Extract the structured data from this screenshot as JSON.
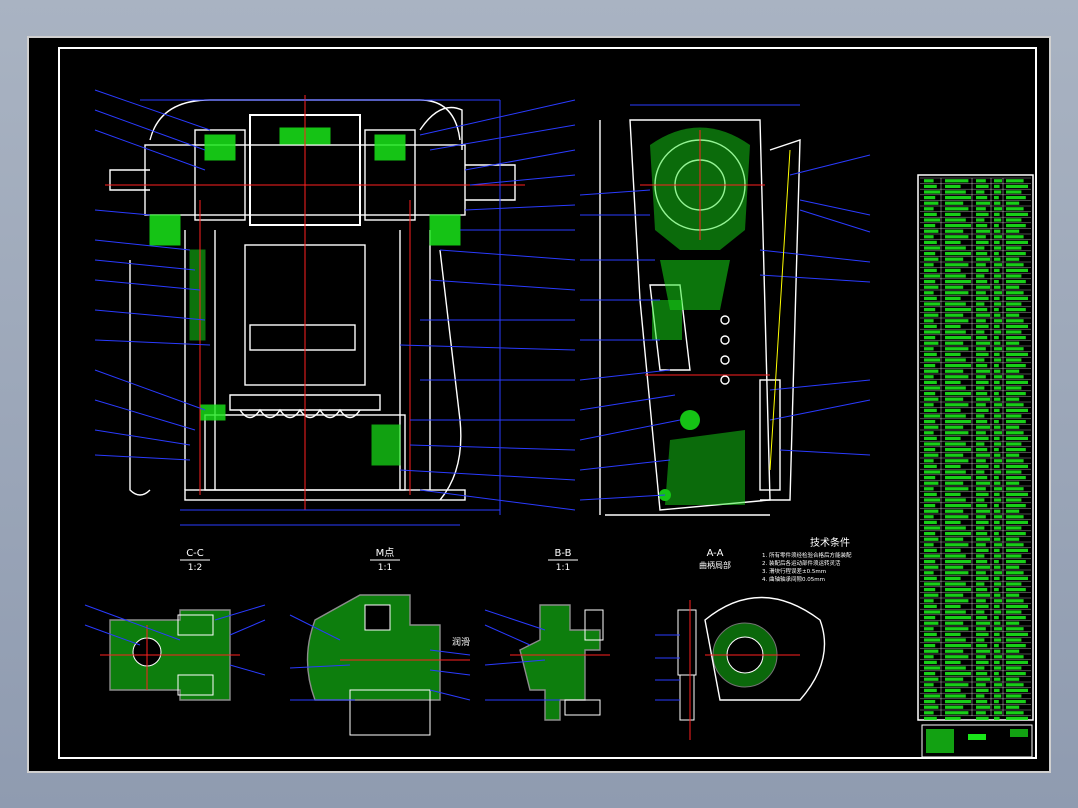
{
  "views": {
    "cc": {
      "title": "C-C",
      "scale": "1:2"
    },
    "m": {
      "title": "M点",
      "scale": "1:1"
    },
    "bb": {
      "title": "B-B",
      "scale": "1:1"
    },
    "aa": {
      "title": "A-A",
      "subtitle": "曲柄局部"
    }
  },
  "tech": {
    "title": "技术条件",
    "lines": [
      "1. 所有零件须经检验合格后方能装配",
      "2. 装配后各运动部件须运转灵活",
      "3. 滑块行程误差±0.5mm",
      "4. 曲轴轴承间隙0.05mm"
    ]
  },
  "note": {
    "lubrication": "润滑"
  },
  "colors": {
    "frame": "#ffffff",
    "dim": "#2a3bff",
    "green": "#19e619",
    "red": "#ff2020",
    "yellow": "#ffff00"
  }
}
